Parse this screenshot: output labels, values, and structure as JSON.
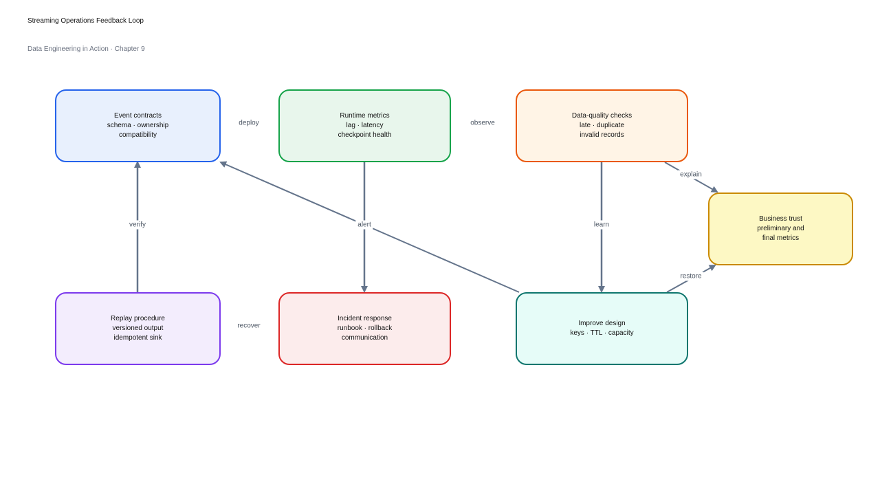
{
  "title": "Streaming Operations Feedback Loop",
  "subtitle": "Data Engineering in Action · Chapter 9",
  "nodes": {
    "event_contracts": {
      "lines": [
        "Event contracts",
        "schema · ownership",
        "compatibility"
      ],
      "fill": "#e8f0fd",
      "border": "#2563eb"
    },
    "runtime_metrics": {
      "lines": [
        "Runtime metrics",
        "lag · latency",
        "checkpoint health"
      ],
      "fill": "#e8f6ec",
      "border": "#16a34a"
    },
    "data_quality": {
      "lines": [
        "Data-quality checks",
        "late · duplicate",
        "invalid records"
      ],
      "fill": "#fff4e6",
      "border": "#ea580c"
    },
    "business_trust": {
      "lines": [
        "Business trust",
        "preliminary and",
        "final metrics"
      ],
      "fill": "#fdf8c4",
      "border": "#ca8a04"
    },
    "replay_procedure": {
      "lines": [
        "Replay procedure",
        "versioned output",
        "idempotent sink"
      ],
      "fill": "#f3edfd",
      "border": "#7c3aed"
    },
    "incident_response": {
      "lines": [
        "Incident response",
        "runbook · rollback",
        "communication"
      ],
      "fill": "#fcecec",
      "border": "#dc2626"
    },
    "improve_design": {
      "lines": [
        "Improve design",
        "keys · TTL · capacity"
      ],
      "fill": "#e6fcf8",
      "border": "#0f766e"
    }
  },
  "edges": {
    "deploy": "deploy",
    "observe": "observe",
    "explain": "explain",
    "restore": "restore",
    "verify": "verify",
    "alert": "alert",
    "learn": "learn",
    "recover": "recover"
  },
  "colors": {
    "arrow": "#64748b",
    "label": "#4b5563"
  }
}
